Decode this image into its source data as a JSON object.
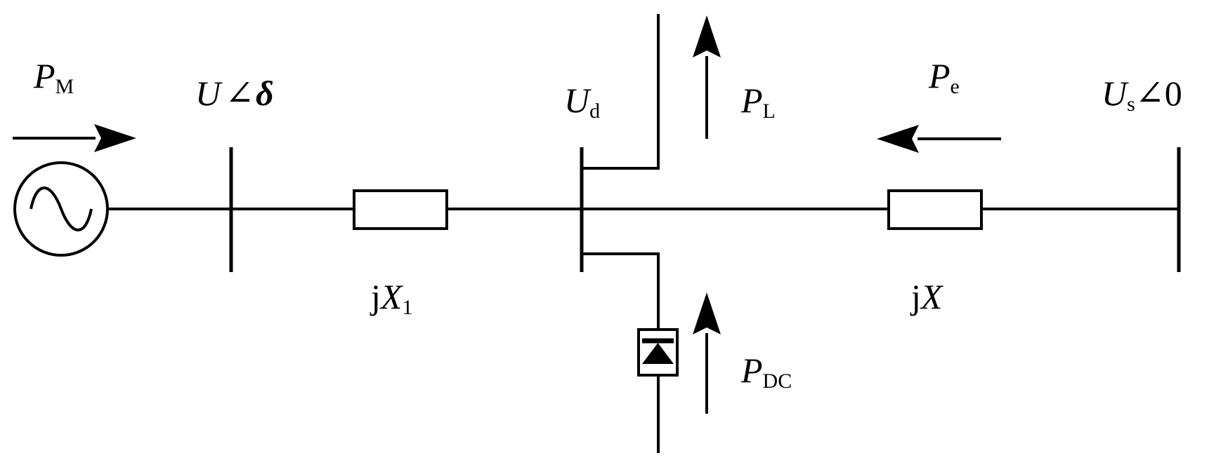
{
  "labels": {
    "pm_main": "P",
    "pm_sub": "M",
    "gen_bus_main": "U",
    "gen_bus_angle": "∠",
    "gen_bus_delta": "δ",
    "load_bus_main": "U",
    "load_bus_sub": "d",
    "pl_main": "P",
    "pl_sub": "L",
    "pe_main": "P",
    "pe_sub": "e",
    "inf_bus_main": "U",
    "inf_bus_sub": "s",
    "inf_bus_angle": "∠0",
    "x1_j": "j",
    "x1_main": "X",
    "x1_sub": "1",
    "x_j": "j",
    "x_main": "X",
    "pdc_main": "P",
    "pdc_sub": "DC"
  },
  "icons": {
    "generator": "ac-generator-icon",
    "dc_source": "diode-dc-source-icon"
  },
  "colors": {
    "line": "#000000",
    "background": "#ffffff"
  }
}
